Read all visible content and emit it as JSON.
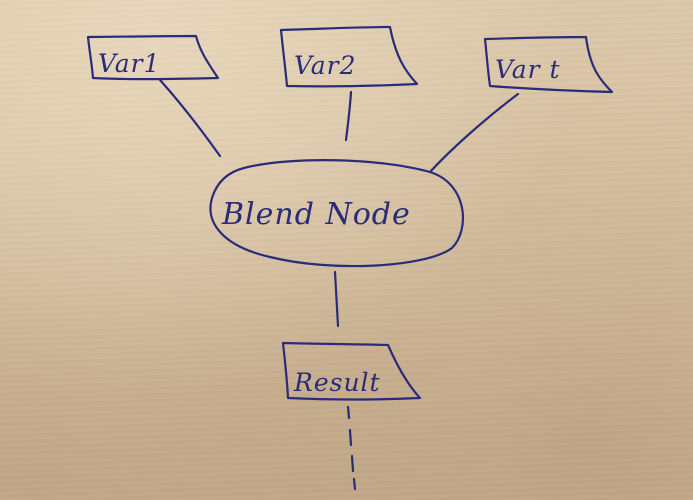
{
  "diagram": {
    "nodes": {
      "var1": {
        "label": "Var1"
      },
      "var2": {
        "label": "Var2"
      },
      "var_t": {
        "label": "Var t"
      },
      "blend_node": {
        "label": "Blend Node"
      },
      "result": {
        "label": "Result"
      }
    },
    "edges": [
      {
        "from": "var1",
        "to": "blend_node",
        "style": "solid"
      },
      {
        "from": "var2",
        "to": "blend_node",
        "style": "solid"
      },
      {
        "from": "var_t",
        "to": "blend_node",
        "style": "solid"
      },
      {
        "from": "blend_node",
        "to": "result",
        "style": "solid"
      },
      {
        "from": "result",
        "to": "",
        "style": "dashed"
      }
    ],
    "ink_color": "#2a2c7a",
    "paper_color": "#d9c3a4"
  }
}
